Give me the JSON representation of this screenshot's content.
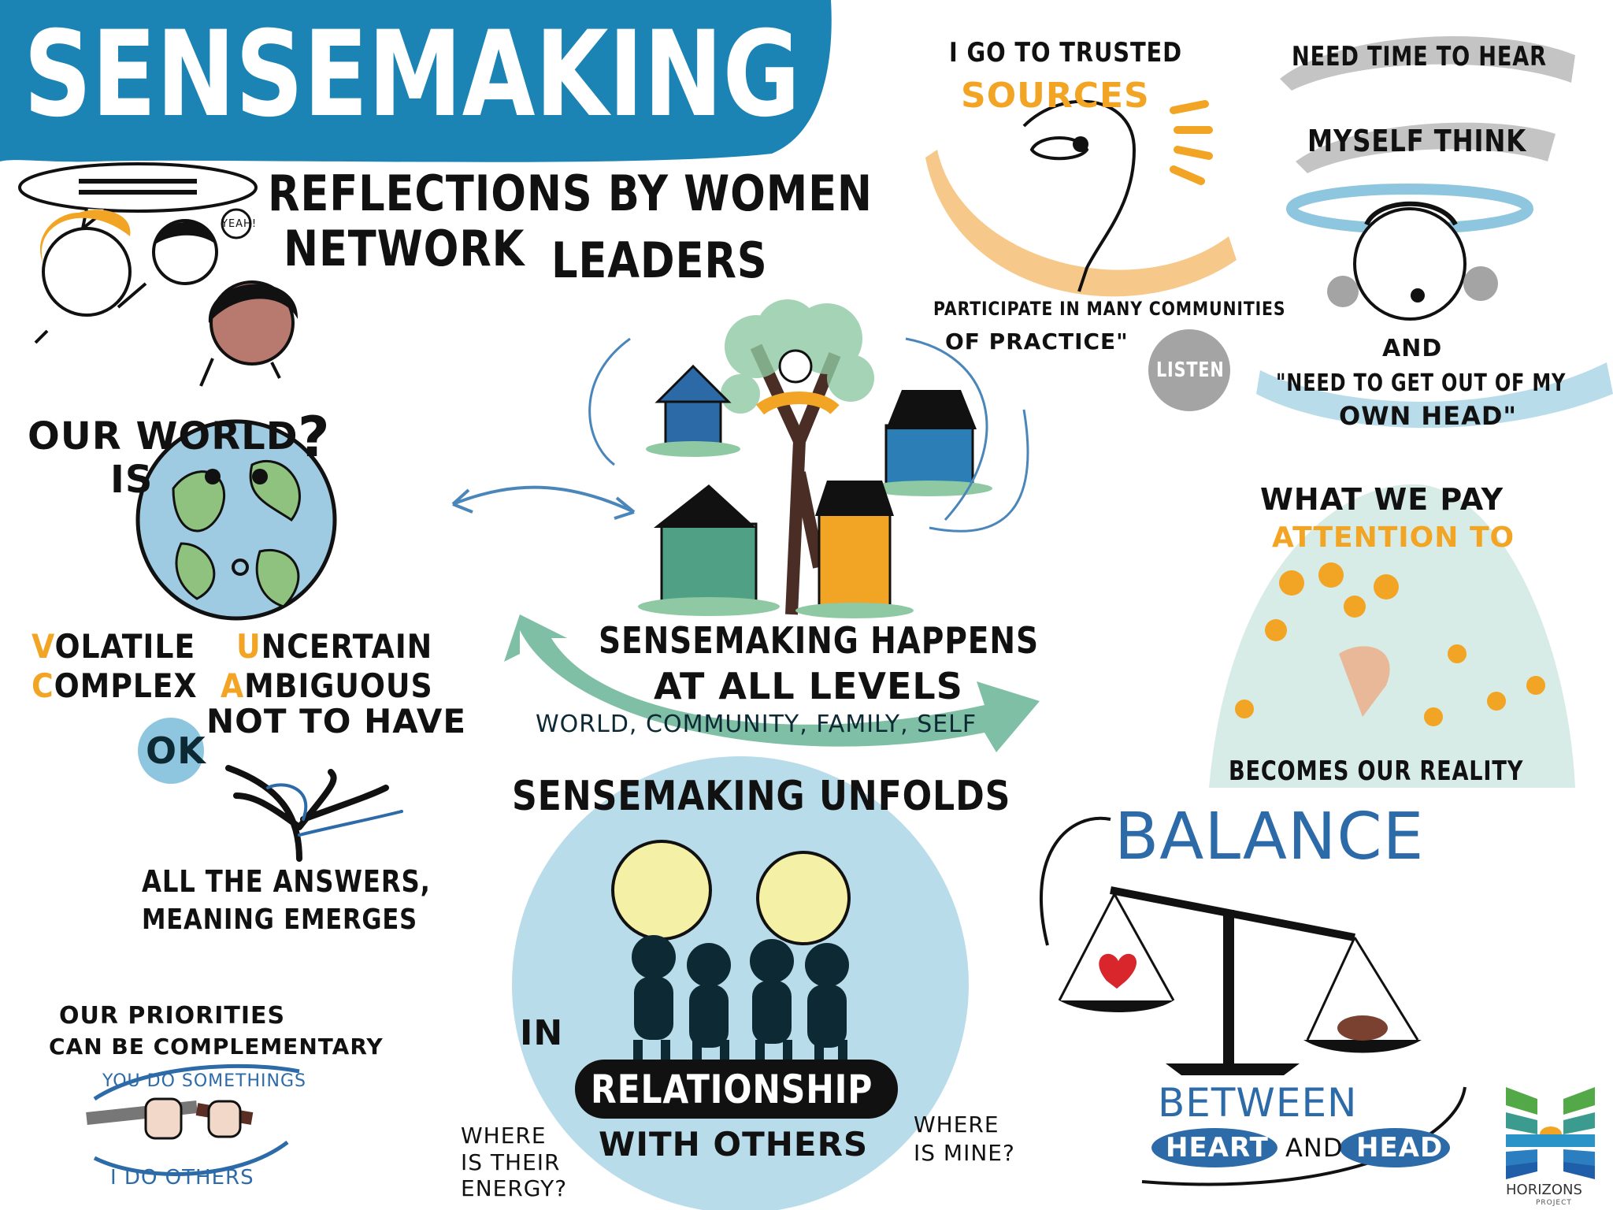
{
  "header": {
    "title": "SENSEMAKING",
    "subtitle_line1": "REFLECTIONS BY WOMEN",
    "subtitle_line2a": "NETWORK",
    "subtitle_line2b": "LEADERS",
    "speech_bubble": "YEAH!"
  },
  "trusted_sources": {
    "line1": "I GO TO TRUSTED",
    "line2": "SOURCES",
    "arc_line1": "PARTICIPATE IN MANY COMMUNITIES",
    "arc_line2": "OF PRACTICE\"",
    "badge": "LISTEN"
  },
  "time_to_think": {
    "line1": "NEED TIME TO HEAR",
    "line2": "MYSELF THINK",
    "line3": "AND",
    "line4": "\"NEED TO GET OUT OF MY",
    "line5": "OWN HEAD\""
  },
  "vuca": {
    "line1": "OUR WORLD",
    "line2": "IS",
    "question": "?",
    "words": [
      {
        "initial": "V",
        "rest": "OLATILE"
      },
      {
        "initial": "U",
        "rest": "NCERTAIN"
      },
      {
        "initial": "C",
        "rest": "OMPLEX"
      },
      {
        "initial": "A",
        "rest": "MBIGUOUS"
      }
    ]
  },
  "levels": {
    "line1": "SENSEMAKING HAPPENS",
    "line2": "AT ALL LEVELS",
    "arrow_label": "WORLD, COMMUNITY, FAMILY, SELF"
  },
  "answers": {
    "badge": "OK",
    "line1": "NOT TO HAVE",
    "line2": "ALL THE ANSWERS,",
    "line3": "MEANING EMERGES"
  },
  "priorities": {
    "line1": "OUR PRIORITIES",
    "line2": "CAN BE COMPLEMENTARY",
    "line3": "YOU DO SOMETHINGS",
    "line4": "I DO OTHERS"
  },
  "relationship": {
    "line1": "SENSEMAKING",
    "line2": "UNFOLDS",
    "line3": "IN",
    "banner": "RELATIONSHIP",
    "line4": "WITH OTHERS",
    "question_left": [
      "WHERE",
      "IS THEIR",
      "ENERGY?"
    ],
    "question_right": [
      "WHERE",
      "IS MINE?"
    ]
  },
  "attention": {
    "line1": "WHAT WE PAY",
    "line2": "ATTENTION TO",
    "line3": "BECOMES OUR REALITY"
  },
  "balance": {
    "title": "BALANCE",
    "between": "BETWEEN",
    "heart": "HEART",
    "and": "AND",
    "head": "HEAD"
  },
  "logo": {
    "name": "HORIZONS",
    "sub": "PROJECT"
  },
  "colors": {
    "banner_blue": "#1b84b5",
    "orange": "#f2a424",
    "ink_blue": "#2c6aa8",
    "teal_arrow": "#7fbfa6",
    "light_blue": "#b9dcea",
    "grey": "#a4a4a4"
  }
}
